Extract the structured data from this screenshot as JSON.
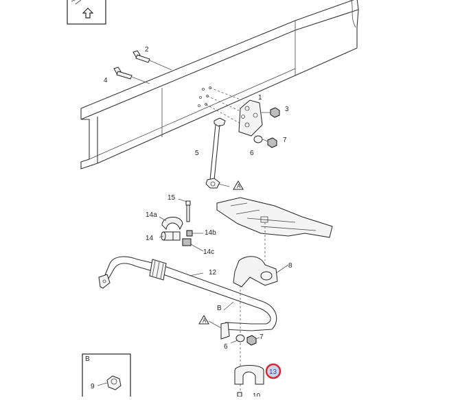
{
  "callouts": {
    "c1": "1",
    "c2": "2",
    "c3": "3",
    "c4": "4",
    "c5": "5",
    "c6a": "6",
    "c7a": "7",
    "c8": "8",
    "c12": "12",
    "c14": "14",
    "c14a": "14a",
    "c14b": "14b",
    "c14c": "14c",
    "c15": "15",
    "c6b": "6",
    "c7b": "7",
    "c9": "9",
    "c13": "13",
    "c10": "10"
  },
  "view_refs": {
    "a1": "A",
    "a2": "A",
    "b1": "B",
    "b_inset": "B"
  },
  "colors": {
    "highlight": "#d8262c",
    "highlight_fill": "#c9d6ee"
  },
  "icons": {
    "top_left": "edit-up-arrow-icon"
  }
}
